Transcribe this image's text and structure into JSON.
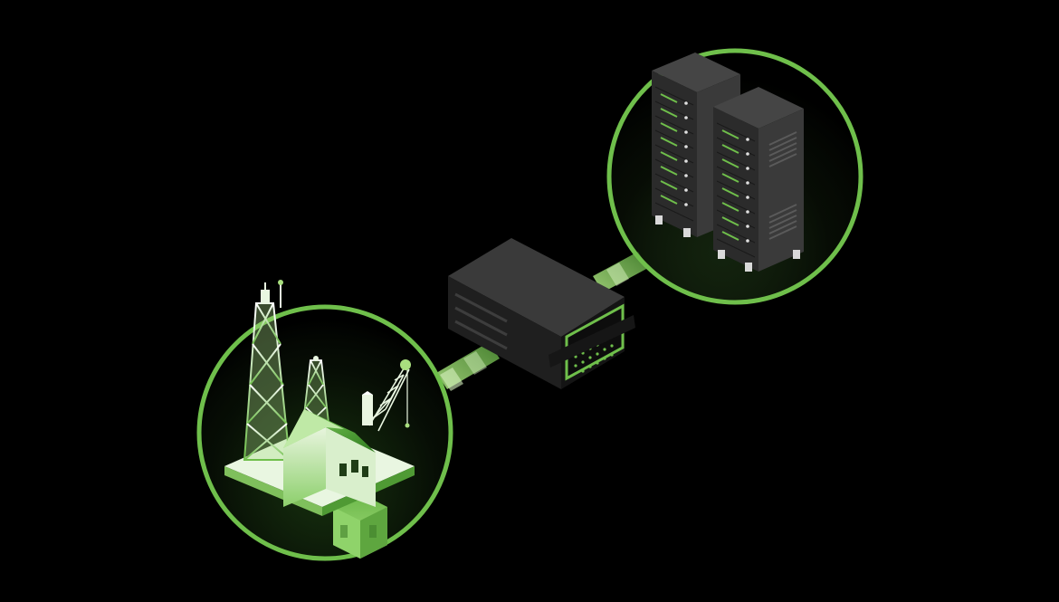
{
  "diagram": {
    "nodes": [
      {
        "id": "offshore-platform",
        "icon": "oil-rig-icon"
      },
      {
        "id": "edge-device",
        "icon": "edge-server-icon"
      },
      {
        "id": "data-center",
        "icon": "server-rack-icon"
      }
    ],
    "links": [
      {
        "from": "offshore-platform",
        "to": "edge-device"
      },
      {
        "from": "edge-device",
        "to": "data-center"
      }
    ]
  },
  "colors": {
    "background": "#000000",
    "accent": "#6fbf4b",
    "accent_light": "#a9df7f",
    "accent_dark": "#2f6b1f",
    "device_top": "#3a3a3a",
    "device_side": "#1c1c1c",
    "rack_front": "#2b2b2b",
    "rack_side": "#454545"
  }
}
